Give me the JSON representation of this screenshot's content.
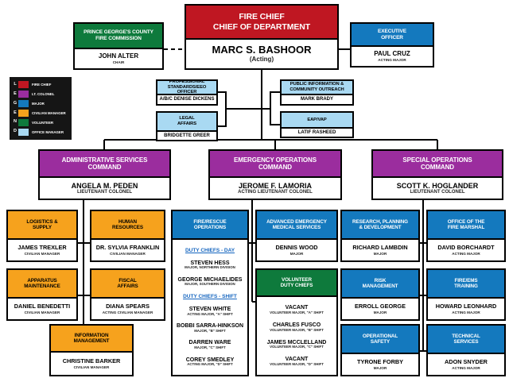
{
  "colors": {
    "fire_chief": "#bf1722",
    "lt_colonel": "#9b2d9e",
    "major": "#1479be",
    "civilian_manager": "#f6a21d",
    "volunteer": "#0e7a3c",
    "office_manager": "#a9d9f2"
  },
  "legend": {
    "letters": "L\nE\nG\nE\nN\nD",
    "items": [
      {
        "label": "FIRE CHIEF",
        "color": "#bf1722"
      },
      {
        "label": "LT. COLONEL",
        "color": "#9b2d9e"
      },
      {
        "label": "MAJOR",
        "color": "#1479be"
      },
      {
        "label": "CIVILIAN MANAGER",
        "color": "#f6a21d"
      },
      {
        "label": "VOLUNTEER",
        "color": "#0e7a3c"
      },
      {
        "label": "OFFICE MANAGER",
        "color": "#a9d9f2"
      }
    ]
  },
  "boxes": {
    "commission": {
      "title": "PRINCE GEORGE'S COUNTY\nFIRE COMMISSION",
      "name": "JOHN ALTER",
      "role": "CHAIR"
    },
    "fire_chief": {
      "title": "FIRE CHIEF\nCHIEF OF DEPARTMENT",
      "name": "MARC S. BASHOOR",
      "role": "(Acting)"
    },
    "executive": {
      "title": "EXECUTIVE\nOFFICER",
      "name": "PAUL CRUZ",
      "role": "ACTING MAJOR"
    },
    "prof_standards": {
      "title": "PROFESSIONAL\nSTANDARDS/EEO OFFICER",
      "name": "A/B/C DENISE DICKENS"
    },
    "legal": {
      "title": "LEGAL\nAFFAIRS",
      "name": "BRIDGETTE GREER"
    },
    "public_info": {
      "title": "PUBLIC INFORMATION &\nCOMMUNITY OUTREACH",
      "name": "MARK BRADY"
    },
    "eap": {
      "title": "EAP/VAP",
      "name": "LATIF RASHEED"
    },
    "admin_cmd": {
      "title": "ADMINISTRATIVE SERVICES\nCOMMAND",
      "name": "ANGELA M. PEDEN",
      "role": "LIEUTENANT COLONEL"
    },
    "emergency_cmd": {
      "title": "EMERGENCY OPERATIONS\nCOMMAND",
      "name": "JEROME F. LAMORIA",
      "role": "ACTING LIEUTENANT COLONEL"
    },
    "special_cmd": {
      "title": "SPECIAL OPERATIONS\nCOMMAND",
      "name": "SCOTT K. HOGLANDER",
      "role": "LIEUTENANT COLONEL"
    },
    "logistics": {
      "title": "LOGISTICS &\nSUPPLY",
      "name": "JAMES TREXLER",
      "role": "CIVILIAN MANAGER"
    },
    "human_resources": {
      "title": "HUMAN\nRESOURCES",
      "name": "DR. SYLVIA FRANKLIN",
      "role": "CIVILIAN MANAGER"
    },
    "apparatus": {
      "title": "APPARATUS\nMAINTENANCE",
      "name": "DANIEL BENEDETTI",
      "role": "CIVILIAN MANAGER"
    },
    "fiscal": {
      "title": "FISCAL\nAFFAIRS",
      "name": "DIANA SPEARS",
      "role": "ACTING CIVILIAN MANAGER"
    },
    "info_mgmt": {
      "title": "INFORMATION\nMANAGEMENT",
      "name": "CHRISTINE BARKER",
      "role": "CIVILIAN MANAGER"
    },
    "fire_rescue": {
      "title": "FIRE/RESCUE\nOPERATIONS",
      "heading_day": "DUTY CHIEFS - DAY",
      "day": [
        {
          "name": "STEVEN HESS",
          "title": "MAJOR, NORTHERN DIVISION"
        },
        {
          "name": "GEORGE MICHAELIDES",
          "title": "MAJOR, SOUTHERN DIVISION"
        }
      ],
      "heading_shift": "DUTY CHIEFS - SHIFT",
      "shift": [
        {
          "name": "STEVEN WHITE",
          "title": "ACTING MAJOR, \"A\" SHIFT"
        },
        {
          "name": "BOBBI SARRA-HINKSON",
          "title": "MAJOR, \"B\" SHIFT"
        },
        {
          "name": "DARREN WARE",
          "title": "MAJOR, \"C\" SHIFT"
        },
        {
          "name": "COREY SMEDLEY",
          "title": "ACTING MAJOR, \"D\" SHIFT"
        }
      ]
    },
    "aems": {
      "title": "ADVANCED EMERGENCY\nMEDICAL SERVICES",
      "name": "DENNIS WOOD",
      "role": "MAJOR"
    },
    "volunteer": {
      "title": "VOLUNTEER\nDUTY CHIEFS",
      "members": [
        {
          "name": "VACANT",
          "title": "VOLUNTEER MAJOR, \"A\" SHIFT"
        },
        {
          "name": "CHARLES FUSCO",
          "title": "VOLUNTEER MAJOR, \"B\" SHIFT"
        },
        {
          "name": "JAMES MCCLELLAND",
          "title": "VOLUNTEER MAJOR, \"C\" SHIFT"
        },
        {
          "name": "VACANT",
          "title": "VOLUNTEER MAJOR, \"D\" SHIFT"
        }
      ]
    },
    "research": {
      "title": "RESEARCH, PLANNING\n& DEVELOPMENT",
      "name": "RICHARD LAMBDIN",
      "role": "MAJOR"
    },
    "risk": {
      "title": "RISK\nMANAGEMENT",
      "name": "ERROLL GEORGE",
      "role": "MAJOR"
    },
    "op_safety": {
      "title": "OPERATIONAL\nSAFETY",
      "name": "TYRONE FORBY",
      "role": "MAJOR"
    },
    "fire_marshal": {
      "title": "OFFICE OF THE\nFIRE MARSHAL",
      "name": "DAVID BORCHARDT",
      "role": "ACTING MAJOR"
    },
    "fire_ems_training": {
      "title": "FIRE/EMS\nTRAINING",
      "name": "HOWARD LEONHARD",
      "role": "ACTING MAJOR"
    },
    "tech_services": {
      "title": "TECHNICAL\nSERVICES",
      "name": "ADON SNYDER",
      "role": "ACTING MAJOR"
    }
  }
}
